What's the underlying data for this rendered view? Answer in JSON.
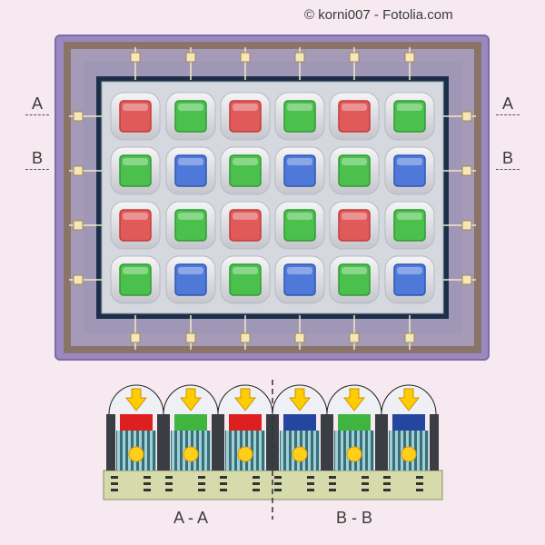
{
  "copyright": "© korni007 - Fotolia.com",
  "section_markers": {
    "left_a": "A",
    "left_b": "B",
    "right_a": "A",
    "right_b": "B"
  },
  "cross_sections": {
    "left": "A - A",
    "right": "B - B"
  },
  "colors": {
    "red": "#e05a5a",
    "green": "#4cc04c",
    "blue": "#4f79d8",
    "frame_outer": "#9a88c0",
    "frame_mid": "#8a7468",
    "panel": "#d6d8df",
    "arrow": "#ffcc00"
  },
  "pixel_grid": [
    [
      "red",
      "green",
      "red",
      "green",
      "red",
      "green"
    ],
    [
      "green",
      "blue",
      "green",
      "blue",
      "green",
      "blue"
    ],
    [
      "red",
      "green",
      "red",
      "green",
      "red",
      "green"
    ],
    [
      "green",
      "blue",
      "green",
      "blue",
      "green",
      "blue"
    ]
  ],
  "section_filters": {
    "A - A": [
      "red",
      "green",
      "red"
    ],
    "B - B": [
      "blue",
      "green",
      "blue"
    ]
  }
}
